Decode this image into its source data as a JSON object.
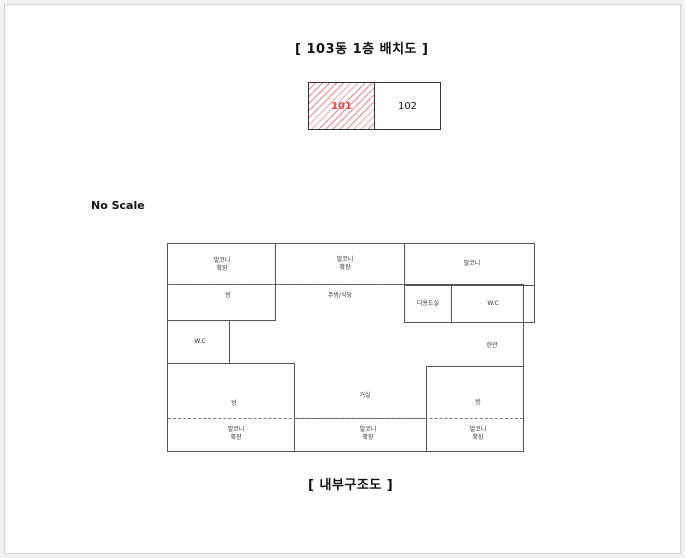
{
  "layout_title": "[ 103동 1층 배치도 ]",
  "units": {
    "selected": "101",
    "other": "102"
  },
  "scale_note": "No Scale",
  "plan_title": "[ 내부구조도 ]",
  "rooms": {
    "balcony_tl": {
      "line1": "발코니",
      "line2": "확장"
    },
    "balcony_tm": {
      "line1": "발코니",
      "line2": "확장"
    },
    "balcony_tr": {
      "line1": "발코니"
    },
    "room_tl": "방",
    "kitchen": "주방/식당",
    "utility": "다용도실",
    "wc_right": "W.C",
    "wc_left": "W.C",
    "entrance": "현관",
    "living": "거실",
    "room_bl": "방",
    "room_br": "방",
    "balcony_bl": {
      "line1": "발코니",
      "line2": "확장"
    },
    "balcony_bm": {
      "line1": "발코니",
      "line2": "확장"
    },
    "balcony_br": {
      "line1": "발코니",
      "line2": "확장"
    }
  }
}
